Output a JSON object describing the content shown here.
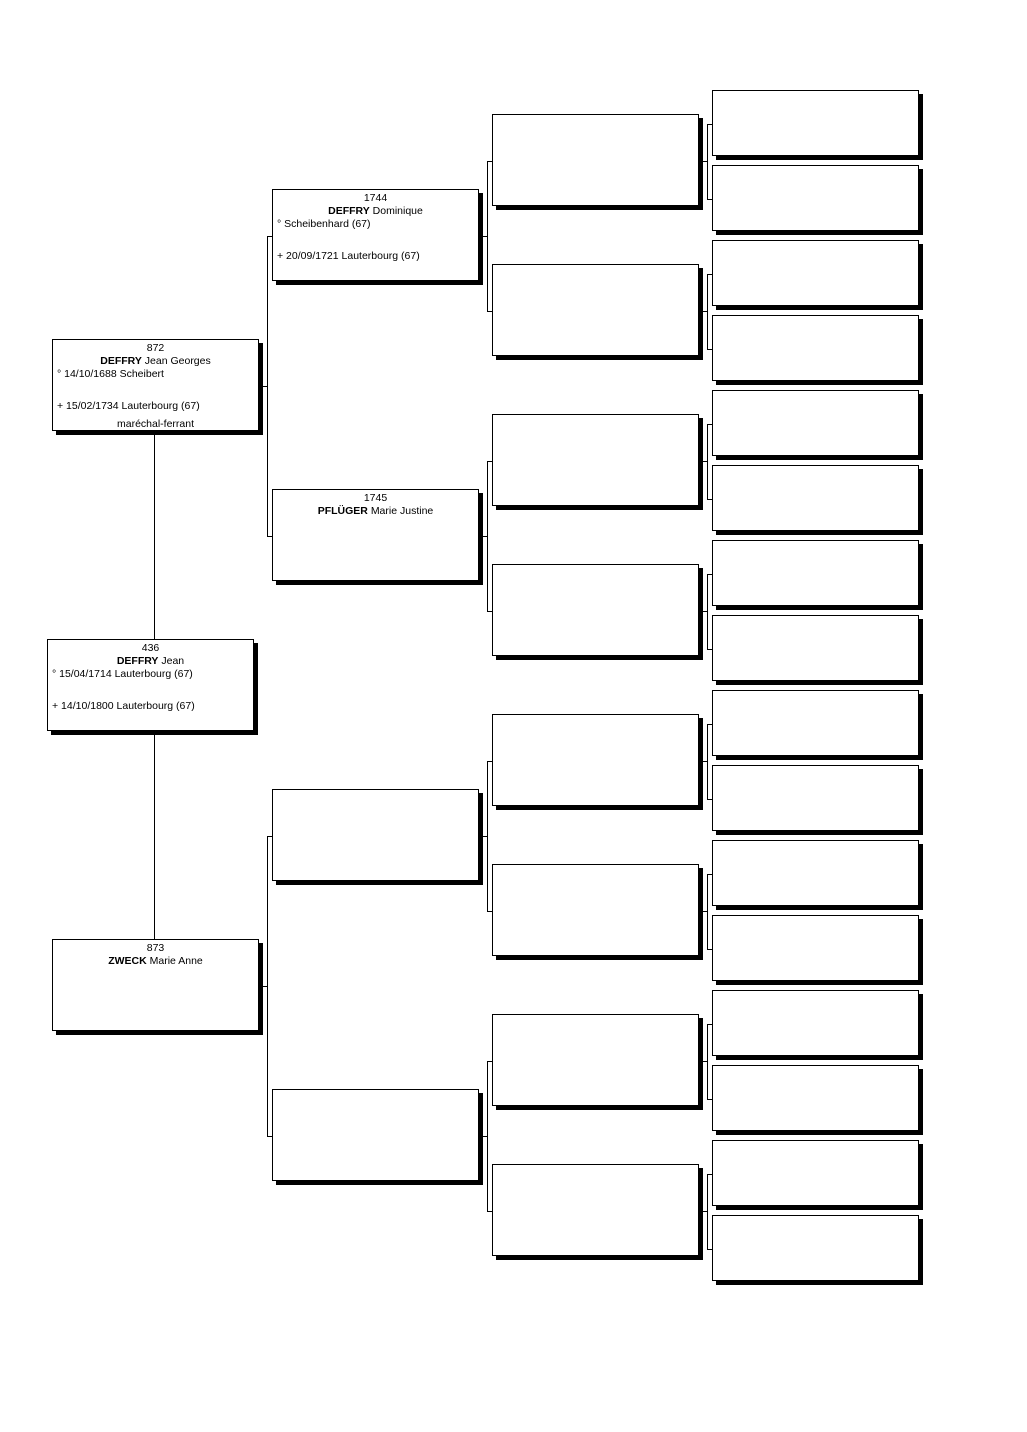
{
  "persons": {
    "p872": {
      "sosa": "872",
      "surname": "DEFFRY",
      "given": "Jean Georges",
      "birth": "° 14/10/1688 Scheibert",
      "death": "+ 15/02/1734 Lauterbourg (67)",
      "occupation": "maréchal-ferrant"
    },
    "p436": {
      "sosa": "436",
      "surname": "DEFFRY",
      "given": "Jean",
      "birth": "° 15/04/1714 Lauterbourg (67)",
      "death": "+ 14/10/1800 Lauterbourg (67)"
    },
    "p873": {
      "sosa": "873",
      "surname": "ZWECK",
      "given": "Marie Anne"
    },
    "p1744": {
      "sosa": "1744",
      "surname": "DEFFRY",
      "given": "Dominique",
      "birth": "° Scheibenhard (67)",
      "death": "+ 20/09/1721 Lauterbourg (67)"
    },
    "p1745": {
      "sosa": "1745",
      "surname": "PFLÜGER",
      "given": "Marie Justine"
    }
  }
}
